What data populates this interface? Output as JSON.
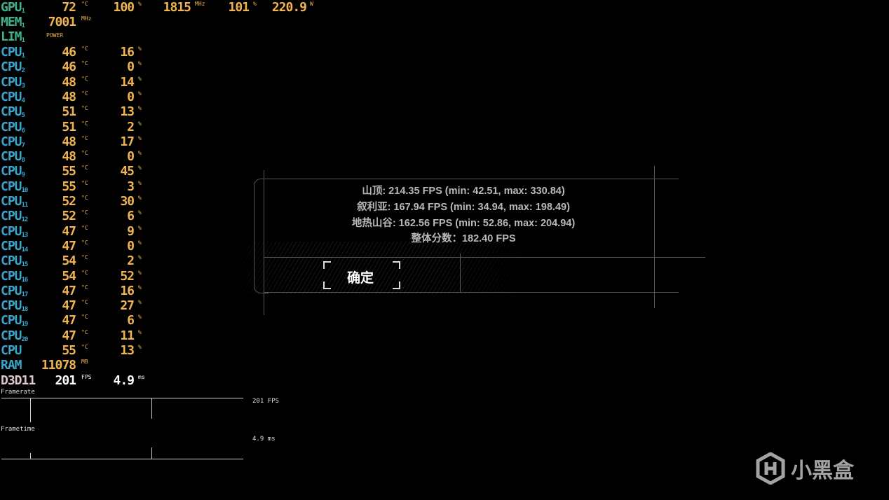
{
  "osd": {
    "gpu": {
      "label": "GPU",
      "sub": "1",
      "temp": "72",
      "temp_unit": "°C",
      "usage": "100",
      "usage_unit": "%",
      "clock": "1815",
      "clock_unit": "MHz",
      "power_pct": "101",
      "power_pct_unit": "%",
      "power": "220.9",
      "power_unit": "W"
    },
    "mem": {
      "label": "MEM",
      "sub": "1",
      "clock": "7001",
      "clock_unit": "MHz"
    },
    "lim": {
      "label": "LIM",
      "sub": "1",
      "value": "POWER"
    },
    "cpus": [
      {
        "label": "CPU",
        "sub": "1",
        "temp": "46",
        "usage": "16"
      },
      {
        "label": "CPU",
        "sub": "2",
        "temp": "46",
        "usage": "0"
      },
      {
        "label": "CPU",
        "sub": "3",
        "temp": "48",
        "usage": "14"
      },
      {
        "label": "CPU",
        "sub": "4",
        "temp": "48",
        "usage": "0"
      },
      {
        "label": "CPU",
        "sub": "5",
        "temp": "51",
        "usage": "13"
      },
      {
        "label": "CPU",
        "sub": "6",
        "temp": "51",
        "usage": "2"
      },
      {
        "label": "CPU",
        "sub": "7",
        "temp": "48",
        "usage": "17"
      },
      {
        "label": "CPU",
        "sub": "8",
        "temp": "48",
        "usage": "0"
      },
      {
        "label": "CPU",
        "sub": "9",
        "temp": "55",
        "usage": "45"
      },
      {
        "label": "CPU",
        "sub": "10",
        "temp": "55",
        "usage": "3"
      },
      {
        "label": "CPU",
        "sub": "11",
        "temp": "52",
        "usage": "30"
      },
      {
        "label": "CPU",
        "sub": "12",
        "temp": "52",
        "usage": "6"
      },
      {
        "label": "CPU",
        "sub": "13",
        "temp": "47",
        "usage": "9"
      },
      {
        "label": "CPU",
        "sub": "14",
        "temp": "47",
        "usage": "0"
      },
      {
        "label": "CPU",
        "sub": "15",
        "temp": "54",
        "usage": "2"
      },
      {
        "label": "CPU",
        "sub": "16",
        "temp": "54",
        "usage": "52"
      },
      {
        "label": "CPU",
        "sub": "17",
        "temp": "47",
        "usage": "16"
      },
      {
        "label": "CPU",
        "sub": "18",
        "temp": "47",
        "usage": "27"
      },
      {
        "label": "CPU",
        "sub": "19",
        "temp": "47",
        "usage": "6"
      },
      {
        "label": "CPU",
        "sub": "20",
        "temp": "47",
        "usage": "11"
      },
      {
        "label": "CPU",
        "sub": "",
        "temp": "55",
        "usage": "13"
      }
    ],
    "temp_unit": "°C",
    "usage_unit": "%",
    "ram": {
      "label": "RAM",
      "value": "11078",
      "unit": "MB"
    },
    "d3d": {
      "label": "D3D11",
      "fps": "201",
      "fps_unit": "FPS",
      "frametime": "4.9",
      "frametime_unit": "ms"
    },
    "framerate_graph": {
      "title": "Framerate",
      "readout": "201 FPS"
    },
    "frametime_graph": {
      "title": "Frametime",
      "readout": "4.9 ms"
    }
  },
  "dialog": {
    "results": [
      "山顶: 214.35 FPS (min: 42.51, max: 330.84)",
      "叙利亚: 167.94 FPS (min: 34.94, max: 198.49)",
      "地热山谷: 162.56 FPS (min: 52.86, max: 204.94)",
      "整体分数：182.40 FPS"
    ],
    "confirm_label": "确定"
  },
  "watermark": {
    "text": "小黑盒"
  }
}
